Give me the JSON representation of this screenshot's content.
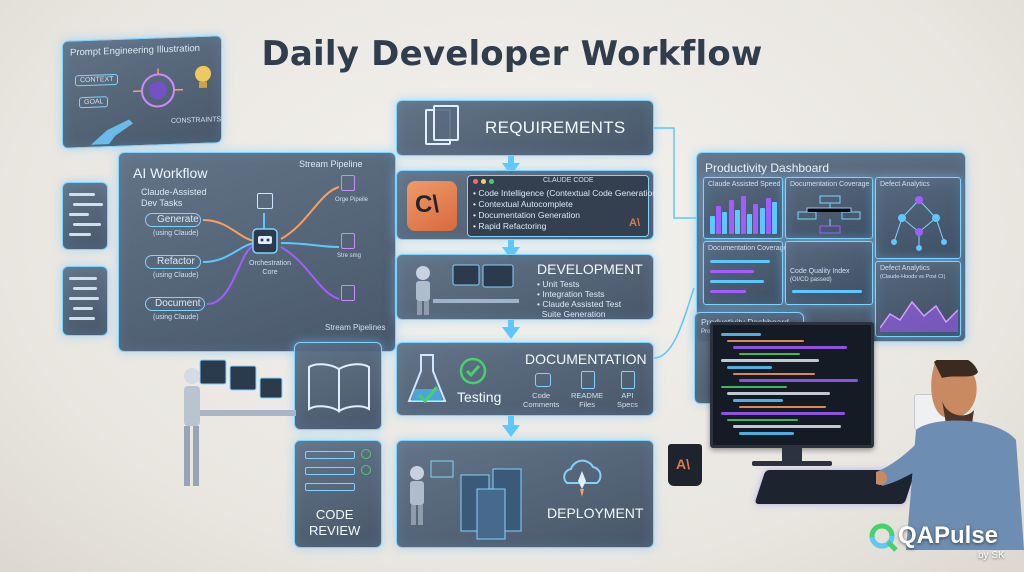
{
  "title": "Daily Developer Workflow",
  "prompt_panel": {
    "heading": "Prompt Engineering Illustration",
    "tags": [
      "CONTEXT",
      "GOAL",
      "CONSTRAINTS"
    ]
  },
  "ai_workflow": {
    "heading": "AI Workflow",
    "stream_title": "Stream Pipeline",
    "assisted": "Claude-Assisted\nDev Tasks",
    "tasks": [
      {
        "label": "Generate",
        "sub": "(using Claude)"
      },
      {
        "label": "Refactor",
        "sub": "(using Claude)"
      },
      {
        "label": "Document",
        "sub": "(using Claude)"
      }
    ],
    "core": "Orchestration\nCore",
    "outputs": [
      "Orge Pipeile",
      "Stre smg",
      "Stream Pipelines"
    ]
  },
  "requirements": {
    "label": "REQUIREMENTS"
  },
  "claude_code": {
    "header": "CLAUDE CODE",
    "logo": "C\\",
    "badge": "A\\",
    "items": [
      "• Code Intelligence (Contextual Code Generation)",
      "• Contextual Autocomplete",
      "• Documentation Generation",
      "• Rapid Refactoring"
    ]
  },
  "development": {
    "label": "DEVELOPMENT",
    "items": [
      "• Unit Tests",
      "• Integration Tests",
      "• Claude Assisted Test",
      "  Suite Generation"
    ]
  },
  "documentation": {
    "label": "DOCUMENTATION",
    "testing": "Testing",
    "items": [
      {
        "label": "Code\nComments"
      },
      {
        "label": "README\nFiles"
      },
      {
        "label": "API\nSpecs"
      }
    ]
  },
  "code_review": {
    "label": "CODE\nREVIEW"
  },
  "deployment": {
    "label": "DEPLOYMENT"
  },
  "dashboard": {
    "heading": "Productivity Dashboard",
    "cards": [
      {
        "title": "Claude Assisted Speed"
      },
      {
        "title": "Documentation Coverage"
      },
      {
        "title": "Defect Analytics"
      },
      {
        "title": "Documentation Coverage"
      },
      {
        "title": "Code Quality Index",
        "sub": "(OI/CD passed)"
      },
      {
        "title": "Defect Analytics",
        "sub": "(Claude-Hoods vs Post CI)"
      }
    ],
    "speed_values": [
      0.45,
      0.7,
      0.55,
      0.85,
      0.6,
      0.95,
      0.5,
      0.75,
      0.65,
      0.9,
      0.8
    ],
    "second_heading": "Productivity Dashboard",
    "second_sub": "Prompt Engineeri"
  },
  "mug_badge": "A\\",
  "brand": {
    "name": "QAPulse",
    "by": "by SK"
  },
  "colors": {
    "accent": "#5cc8ff",
    "orange": "#e07a4c",
    "green": "#47d16c",
    "purple": "#a35cff"
  }
}
